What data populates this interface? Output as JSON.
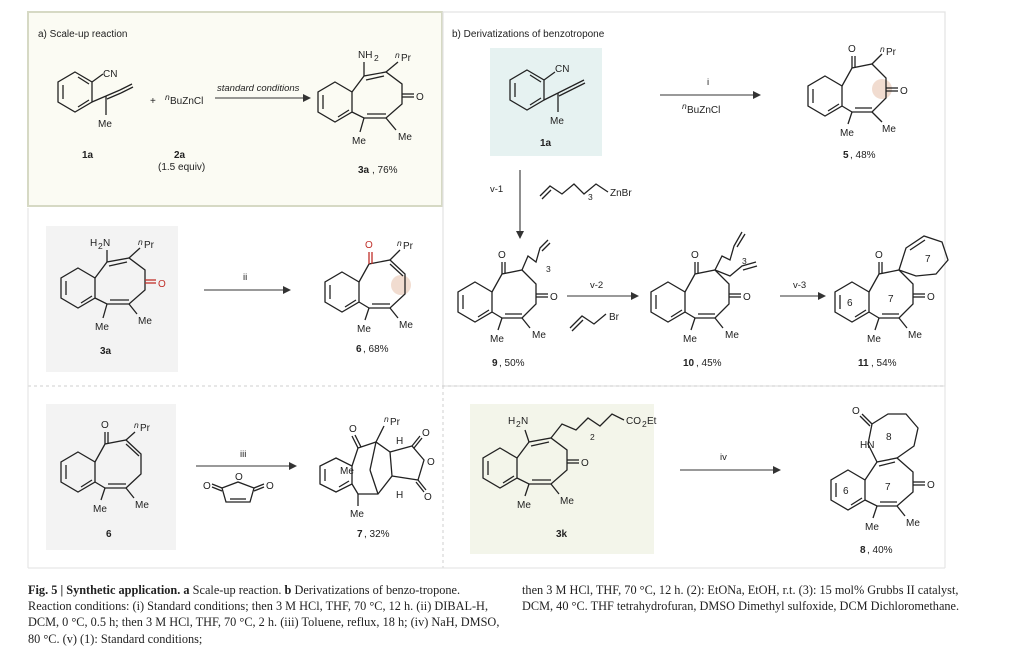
{
  "panels": {
    "a_title": "a) Scale-up reaction",
    "b_title": "b) Derivatizations of benzotropone"
  },
  "compounds": {
    "c1a_top": {
      "id": "1a",
      "label": "1a"
    },
    "c2a": {
      "id": "2a",
      "label": "2a",
      "note": "(1.5 equiv)",
      "formula": "BuZnCl",
      "prefix": "n"
    },
    "c3a_top": {
      "label": "3a",
      "yield": ", 76%"
    },
    "c1a_b": {
      "label": "1a"
    },
    "c5": {
      "label": "5",
      "yield": ", 48%"
    },
    "c3a_mid": {
      "label": "3a"
    },
    "c6": {
      "label": "6",
      "yield": ", 68%"
    },
    "c9": {
      "label": "9",
      "yield": ", 50%"
    },
    "c10": {
      "label": "10",
      "yield": ", 45%"
    },
    "c11": {
      "label": "11",
      "yield": ", 54%"
    },
    "c6_bot": {
      "label": "6"
    },
    "c7": {
      "label": "7",
      "yield": ", 32%"
    },
    "c3k": {
      "label": "3k"
    },
    "c8": {
      "label": "8",
      "yield": ", 40%"
    }
  },
  "atoms": {
    "cn": "CN",
    "me": "Me",
    "nh2": "NH",
    "h2n": "H",
    "o": "O",
    "pr": "Pr",
    "n": "n",
    "h": "H",
    "hn": "HN",
    "co2et": "CO",
    "et": "Et",
    "znbr": "ZnBr",
    "br": "Br",
    "plus": "+",
    "two": "2",
    "three": "3",
    "ring6": "6",
    "ring7": "7",
    "ring8": "8"
  },
  "conditions": {
    "standard": "standard conditions",
    "i": "i",
    "ii": "ii",
    "iii": "iii",
    "iv": "iv",
    "v1": "v-1",
    "v2": "v-2",
    "v3": "v-3",
    "i_reagent": "BuZnCl"
  },
  "caption": {
    "fig_label": "Fig. 5 | Synthetic application.",
    "text_a_label": "a",
    "text_a": "Scale-up reaction.",
    "text_b_label": "b",
    "text_left": "Derivatizations of benzo-tropone. Reaction conditions: (i) Standard conditions; then 3 M HCl, THF, 70 °C, 12 h. (ii) DIBAL-H, DCM, 0 °C, 0.5 h; then 3 M HCl, THF, 70 °C, 2 h. (iii) Toluene, reflux, 18 h; (iv) NaH, DMSO, 80 °C. (v) (1): Standard conditions;",
    "text_right": "then 3 M HCl, THF, 70 °C, 12 h. (2): EtONa, EtOH, r.t. (3): 15 mol% Grubbs II catalyst, DCM, 40 °C. THF tetrahydrofuran, DMSO Dimethyl sulfoxide, DCM Dichloromethane."
  }
}
